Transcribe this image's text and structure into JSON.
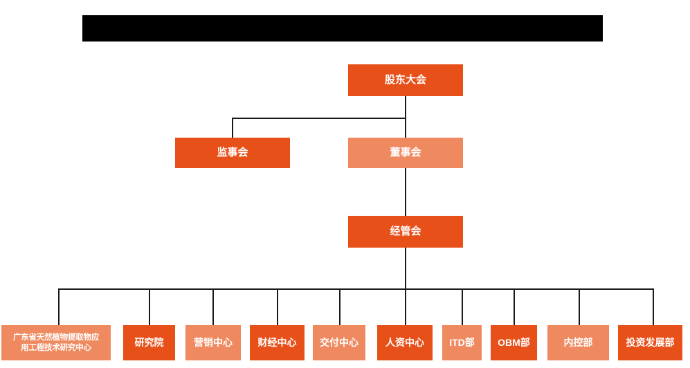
{
  "diagram": {
    "type": "org-chart",
    "title_bar": {
      "label": "",
      "redacted": true,
      "color": "#000000"
    },
    "colors": {
      "dark_orange": "#e8501a",
      "light_salmon": "#ef8a60",
      "connector": "#1a1a1a",
      "text": "#ffffff",
      "background": "#ffffff"
    },
    "levels": {
      "level1": [
        {
          "id": "shareholders",
          "label": "股东大会",
          "style": "dark"
        }
      ],
      "level2": [
        {
          "id": "supervisors",
          "label": "监事会",
          "style": "dark"
        },
        {
          "id": "directors",
          "label": "董事会",
          "style": "light"
        }
      ],
      "level3": [
        {
          "id": "management",
          "label": "经管会",
          "style": "dark"
        }
      ],
      "level4": [
        {
          "id": "research-center",
          "label": "广东省天然植物提取物应\n用工程技术研究中心",
          "line1": "广东省天然植物提取物应",
          "line2": "用工程技术研究中心",
          "style": "light"
        },
        {
          "id": "institute",
          "label": "研究院",
          "style": "dark"
        },
        {
          "id": "marketing-center",
          "label": "营销中心",
          "style": "light"
        },
        {
          "id": "finance-center",
          "label": "财经中心",
          "style": "dark"
        },
        {
          "id": "delivery-center",
          "label": "交付中心",
          "style": "light"
        },
        {
          "id": "hr-center",
          "label": "人资中心",
          "style": "dark"
        },
        {
          "id": "itd-dept",
          "label": "ITD部",
          "style": "light"
        },
        {
          "id": "obm-dept",
          "label": "OBM部",
          "style": "dark"
        },
        {
          "id": "internal-control-dept",
          "label": "内控部",
          "style": "light"
        },
        {
          "id": "investment-development-dept",
          "label": "投资发展部",
          "style": "dark"
        }
      ]
    }
  }
}
